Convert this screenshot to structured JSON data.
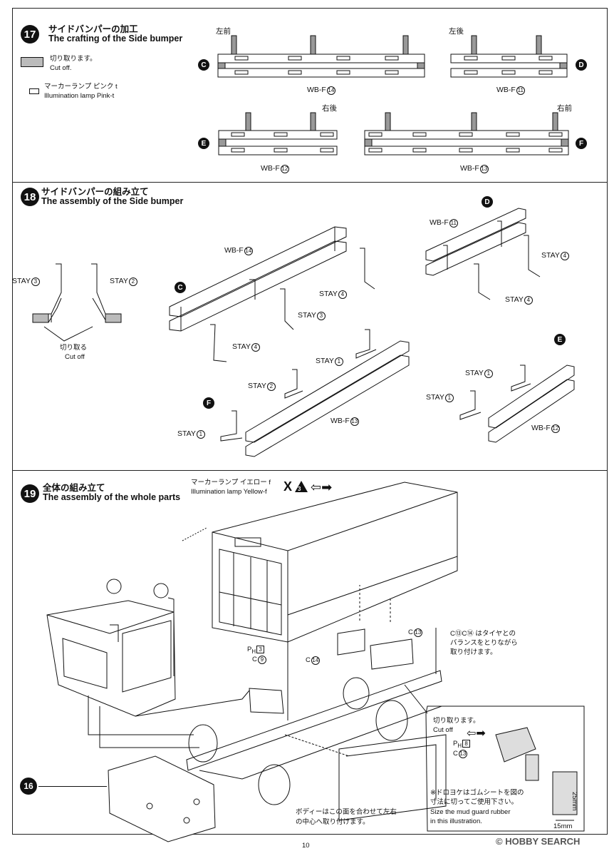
{
  "step17": {
    "num": "17",
    "title_ja": "サイドバンパーの加工",
    "title_en": "The crafting of the Side bumper",
    "legend_cut_ja": "切り取ります。",
    "legend_cut_en": "Cut off.",
    "legend_lamp_ja": "マーカーランプ ピンク t",
    "legend_lamp_en": "Illumination lamp Pink-t",
    "pos_C": "左前",
    "pos_D": "左後",
    "pos_E": "右後",
    "pos_F": "右前",
    "letter_C": "C",
    "letter_D": "D",
    "letter_E": "E",
    "letter_F": "F",
    "part_C": "WB-F",
    "num_C": "14",
    "part_D": "WB-F",
    "num_D": "11",
    "part_E": "WB-F",
    "num_E": "12",
    "part_F": "WB-F",
    "num_F": "13"
  },
  "step18": {
    "num": "18",
    "title_ja": "サイドバンパーの組み立て",
    "title_en": "The assembly of the Side bumper",
    "stay3": "STAY",
    "stay3_num": "3",
    "stay2": "STAY",
    "stay2_num": "2",
    "cut_ja": "切り取る",
    "cut_en": "Cut off",
    "C_part": "WB-F",
    "C_num": "14",
    "C_stay4a": "STAY",
    "C_stay4a_num": "4",
    "C_stay3": "STAY",
    "C_stay3_num": "3",
    "C_stay4b": "STAY",
    "C_stay4b_num": "4",
    "D_part": "WB-F",
    "D_num": "11",
    "D_stay4a": "STAY",
    "D_stay4a_num": "4",
    "D_stay4b": "STAY",
    "D_stay4b_num": "4",
    "F_stay1a": "STAY",
    "F_stay1a_num": "1",
    "F_stay2": "STAY",
    "F_stay2_num": "2",
    "F_stay1b": "STAY",
    "F_stay1b_num": "1",
    "F_part": "WB-F",
    "F_num": "13",
    "E_stay1a": "STAY",
    "E_stay1a_num": "1",
    "E_stay1b": "STAY",
    "E_stay1b_num": "1",
    "E_part": "WB-F",
    "E_num": "12",
    "letter_C": "C",
    "letter_D": "D",
    "letter_E": "E",
    "letter_F": "F"
  },
  "step19": {
    "num": "19",
    "title_ja": "全体の組み立て",
    "title_en": "The assembly of the whole parts",
    "lamp_ja": "マーカーランプ イエロー f",
    "lamp_en": "Illumination lamp Yellow-f",
    "x_mark": "X",
    "x_num": "3",
    "ph3": "P",
    "ph3_sub": "H",
    "ph3_num": "3",
    "c9": "C",
    "c9_num": "9",
    "c13": "C",
    "c13_num": "13",
    "c14": "C",
    "c14_num": "14",
    "note_c": "C⑬C⑭ はタイヤとの",
    "note_c2": "バランスをとりながら",
    "note_c3": "取り付けます。",
    "cut_ja": "切り取ります。",
    "cut_en": "Cut off",
    "ph8": "P",
    "ph8_sub": "H",
    "ph8_num": "8",
    "c13b": "C",
    "c13b_num": "13",
    "mud_ja1": "※ドロヨケはゴムシートを図の",
    "mud_ja2": "寸法に切ってご使用下さい。",
    "mud_en1": "Size the mud guard rubber",
    "mud_en2": "in this illustration.",
    "dim_h": "25mm",
    "dim_w": "15mm",
    "body_note1": "ボディーはこの面を合わせて左右",
    "body_note2": "の中心へ取り付けます。",
    "ref16": "16"
  },
  "footer": {
    "page": "10",
    "watermark": "HOBBY SEARCH",
    "watermark_mark": "©"
  }
}
